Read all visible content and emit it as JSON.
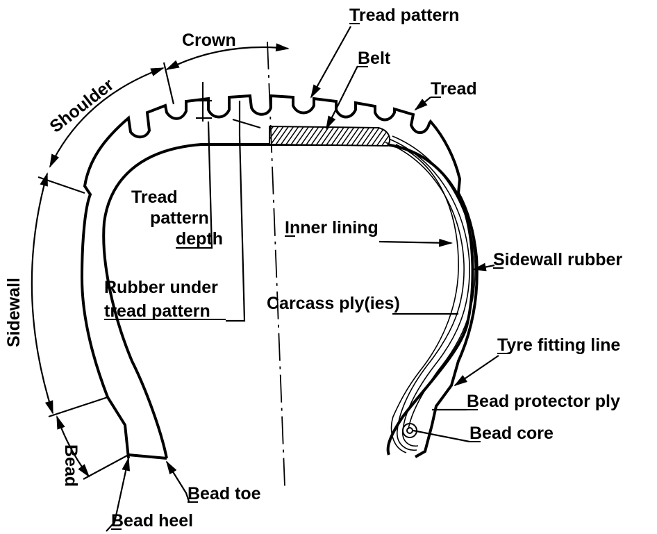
{
  "labels": {
    "crown": "Crown",
    "shoulder": "Shoulder",
    "sidewall": "Sidewall",
    "bead": "Bead",
    "tread_pattern": "Tread pattern",
    "belt": "Belt",
    "tread": "Tread",
    "tread_pattern_depth_1": "Tread",
    "tread_pattern_depth_2": "pattern",
    "tread_pattern_depth_3": "depth",
    "rubber_under_1": "Rubber under",
    "rubber_under_2": "tread pattern",
    "inner_lining": "Inner lining",
    "sidewall_rubber": "Sidewall rubber",
    "carcass_ply": "Carcass ply(ies)",
    "tyre_fitting_line": "Tyre fitting line",
    "bead_protector_ply": "Bead protector ply",
    "bead_core": "Bead core",
    "bead_toe": "Bead toe",
    "bead_heel": "Bead heel"
  }
}
